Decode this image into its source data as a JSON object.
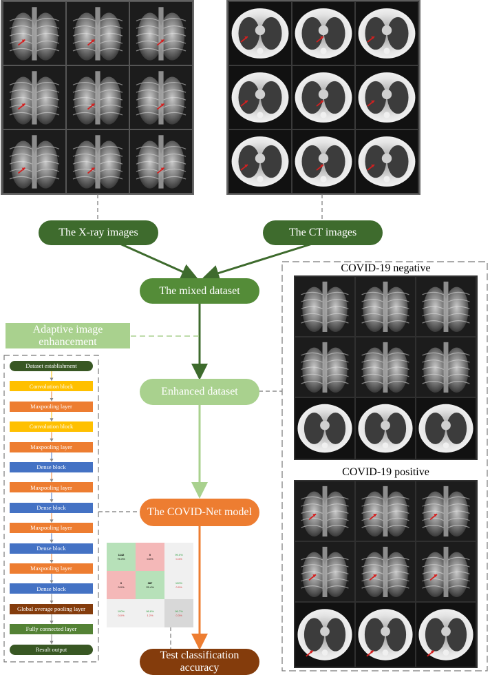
{
  "nodes": {
    "xray": "The X-ray images",
    "ct": "The CT images",
    "mixed": "The mixed dataset",
    "enhancement": [
      "Adaptive image",
      "enhancement"
    ],
    "enhanced": "Enhanced dataset",
    "model": "The COVID-Net model",
    "test": [
      "Test classification",
      "accuracy"
    ]
  },
  "sample_labels": {
    "negative": "COVID-19 negative",
    "positive": "COVID-19 positive"
  },
  "flow_blocks": [
    {
      "label": "Dataset establishment",
      "kind": "dkgreen"
    },
    {
      "label": "Convolution block",
      "kind": "yellow"
    },
    {
      "label": "Maxpooling layer",
      "kind": "orange"
    },
    {
      "label": "Convolution block",
      "kind": "yellow"
    },
    {
      "label": "Maxpooling layer",
      "kind": "orange"
    },
    {
      "label": "Dense block",
      "kind": "blue"
    },
    {
      "label": "Maxpooling layer",
      "kind": "orange"
    },
    {
      "label": "Dense block",
      "kind": "blue"
    },
    {
      "label": "Maxpooling layer",
      "kind": "orange"
    },
    {
      "label": "Dense block",
      "kind": "blue"
    },
    {
      "label": "Maxpooling layer",
      "kind": "orange"
    },
    {
      "label": "Dense block",
      "kind": "blue"
    },
    {
      "label": "Global average pooling layer",
      "kind": "brown"
    },
    {
      "label": "Fully connected layer",
      "kind": "green"
    },
    {
      "label": "Result output",
      "kind": "dkgreen"
    }
  ],
  "confusion_matrix": [
    {
      "count": "1142",
      "pct": "75.3%",
      "fill": "#b7e1b9"
    },
    {
      "count": "0",
      "pct": "0.0%",
      "fill": "#f4b8b8"
    },
    {
      "count": "99.0%",
      "pct": "0.4%",
      "fill": "#f0f0f0"
    },
    {
      "count": "0",
      "pct": "0.0%",
      "fill": "#f4b8b8"
    },
    {
      "count": "387",
      "pct": "25.4%",
      "fill": "#b7e1b9"
    },
    {
      "count": "100%",
      "pct": "0.0%",
      "fill": "#f0f0f0"
    },
    {
      "count": "100%",
      "pct": "0.0%",
      "fill": "#f0f0f0"
    },
    {
      "count": "98.8%",
      "pct": "1.2%",
      "fill": "#f0f0f0"
    },
    {
      "count": "99.7%",
      "pct": "0.3%",
      "fill": "#d8d8d8"
    }
  ],
  "colors": {
    "dark_green": "#3e6b2d",
    "mid_green": "#548c38",
    "light_green": "#a9d18e",
    "orange": "#ed7d31",
    "brown": "#843c0c"
  }
}
